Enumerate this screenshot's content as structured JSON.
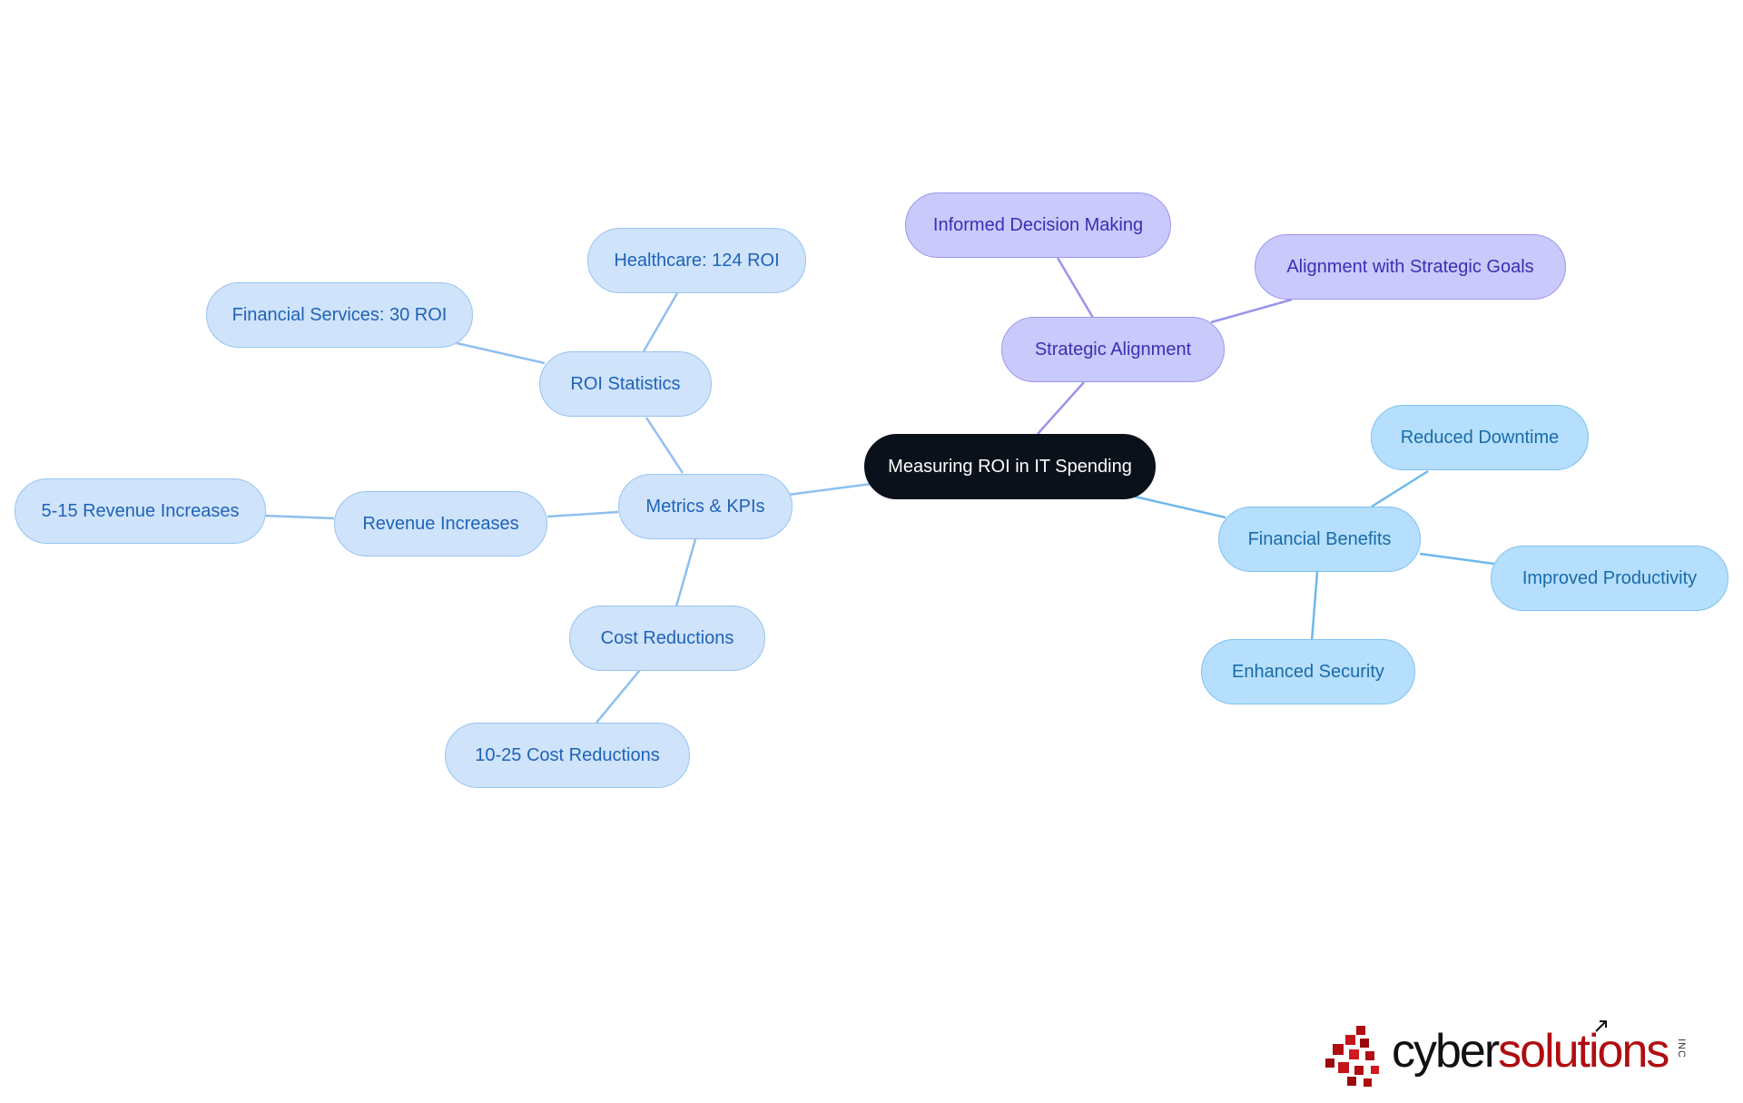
{
  "diagram": {
    "root": {
      "label": "Measuring ROI in IT Spending"
    },
    "branches": {
      "metrics": {
        "label": "Metrics & KPIs",
        "roi_statistics": {
          "label": "ROI Statistics",
          "children": [
            "Healthcare: 124 ROI",
            "Financial Services: 30 ROI"
          ]
        },
        "revenue_increases": {
          "label": "Revenue Increases",
          "children": [
            "5-15 Revenue Increases"
          ]
        },
        "cost_reductions": {
          "label": "Cost Reductions",
          "children": [
            "10-25 Cost Reductions"
          ]
        }
      },
      "strategic": {
        "label": "Strategic Alignment",
        "children": [
          "Informed Decision Making",
          "Alignment with Strategic Goals"
        ]
      },
      "financial": {
        "label": "Financial Benefits",
        "children": [
          "Reduced Downtime",
          "Improved Productivity",
          "Enhanced Security"
        ]
      }
    },
    "colors": {
      "root": "#0b111a",
      "metrics_fill": "#cfe3fb",
      "metrics_text": "#1f63b8",
      "metrics_edge": "#8ec0ee",
      "strategic_fill": "#cac9fb",
      "strategic_text": "#3a2fb3",
      "strategic_edge": "#9894ea",
      "financial_fill": "#b5dffc",
      "financial_text": "#1a6ba8",
      "financial_edge": "#6fb8ec"
    }
  },
  "logo": {
    "text_part1": "cyber",
    "text_part2": "solutions",
    "suffix": "INC",
    "icon": "red-pixel-cubes-icon"
  }
}
